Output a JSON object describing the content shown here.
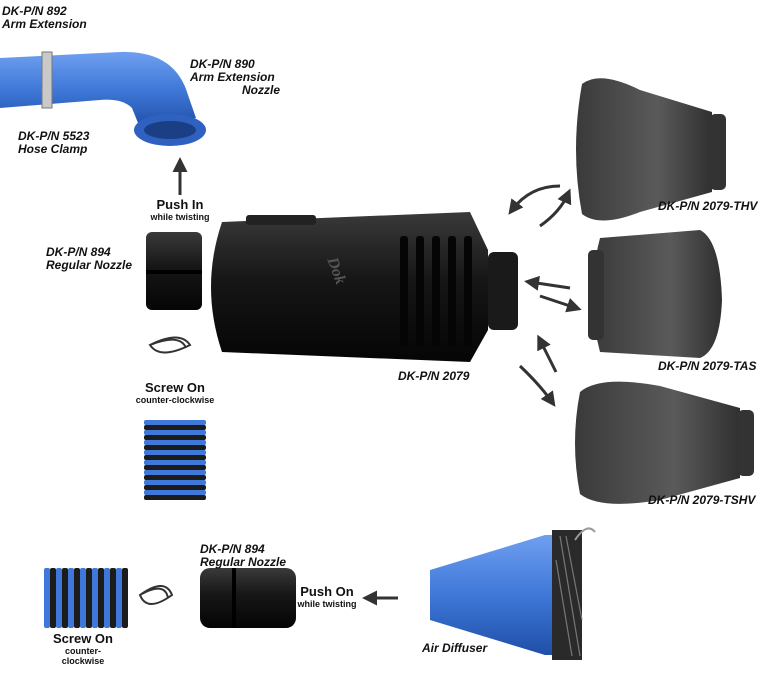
{
  "labels": {
    "arm_extension": {
      "pn": "DK-P/N 892",
      "name": "Arm Extension"
    },
    "arm_extension_nozzle": {
      "pn": "DK-P/N 890",
      "name1": "Arm Extension",
      "name2": "Nozzle"
    },
    "hose_clamp": {
      "pn": "DK-P/N 5523",
      "name": "Hose Clamp"
    },
    "regular_nozzle_left": {
      "pn": "DK-P/N 894",
      "name": "Regular Nozzle"
    },
    "main_unit": {
      "pn": "DK-P/N 2079"
    },
    "thv": {
      "pn": "DK-P/N 2079-THV"
    },
    "tas": {
      "pn": "DK-P/N 2079-TAS"
    },
    "tshv": {
      "pn": "DK-P/N 2079-TSHV"
    },
    "regular_nozzle_bottom": {
      "pn": "DK-P/N 894",
      "name": "Regular Nozzle"
    },
    "air_diffuser": {
      "name": "Air Diffuser"
    }
  },
  "actions": {
    "push_in": {
      "main": "Push In",
      "sub": "while twisting"
    },
    "screw_on_left": {
      "main": "Screw On",
      "sub": "counter-clockwise"
    },
    "push_on": {
      "main": "Push On",
      "sub": "while twisting"
    },
    "screw_on_bottom": {
      "main": "Screw On",
      "sub1": "counter-",
      "sub2": "clockwise"
    }
  },
  "logo": {
    "text": "Dok"
  },
  "colors": {
    "hose_blue": "#3f78d8",
    "nozzle_black": "#1c1c1c",
    "tip_gray": "#4a4a4a"
  }
}
